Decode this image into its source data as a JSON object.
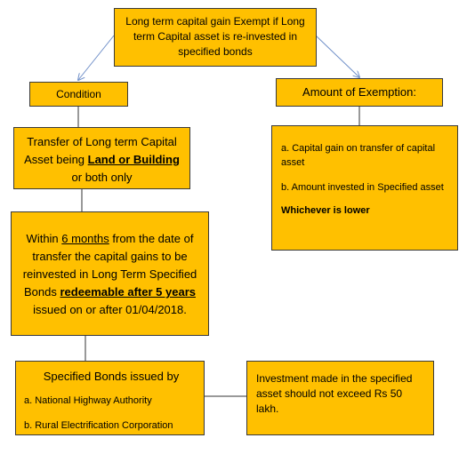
{
  "top": {
    "text": "Long term capital gain Exempt if Long term Capital asset is re-invested in specified bonds"
  },
  "condition": {
    "label": "Condition"
  },
  "exemption": {
    "label": "Amount of Exemption:"
  },
  "transfer": {
    "pre": "Transfer of Long term Capital Asset being ",
    "strong": "Land or Building",
    "post": " or both only"
  },
  "amounts": {
    "a": "a. Capital gain on transfer of capital asset",
    "b": "b. Amount invested in Specified asset",
    "note": "Whichever is lower"
  },
  "reinvest": {
    "p1": "Within ",
    "u1": "6 months",
    "p2": " from the date of transfer the capital gains to be reinvested in Long Term Specified Bonds ",
    "u2": "redeemable after 5 years",
    "p3": " issued on or after 01/04/2018."
  },
  "bonds": {
    "title": "Specified Bonds issued by",
    "items": [
      "a. National Highway Authority",
      "b. Rural Electrification Corporation"
    ]
  },
  "investment": {
    "text": "Investment made in the specified asset should not exceed Rs 50 lakh."
  },
  "colors": {
    "box_fill": "#FFC000",
    "box_border": "#3a3a3a",
    "arrow": "#6f8fc8",
    "line": "#333333"
  }
}
